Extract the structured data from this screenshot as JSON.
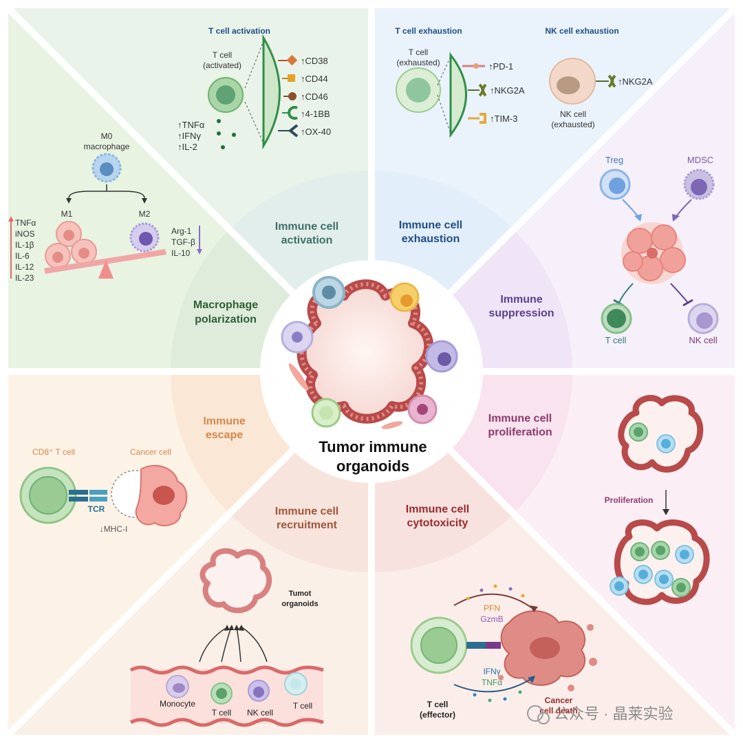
{
  "center": {
    "line1": "Tumor immune",
    "line2": "organoids"
  },
  "sectors": {
    "activation": {
      "line1": "Immune cell",
      "line2": "activation",
      "color": "#3e6f6a"
    },
    "exhaustion": {
      "line1": "Immune cell",
      "line2": "exhaustion",
      "color": "#1f4e86"
    },
    "suppression": {
      "line1": "Immune",
      "line2": "suppression",
      "color": "#5b3f8f"
    },
    "proliferation": {
      "line1": "Immune cell",
      "line2": "proliferation",
      "color": "#8e3a6e"
    },
    "cytotoxicity": {
      "line1": "Immune cell",
      "line2": "cytotoxicity",
      "color": "#9a2a2a"
    },
    "recruitment": {
      "line1": "Immune cell",
      "line2": "recruitment",
      "color": "#a1553a"
    },
    "escape": {
      "line1": "Immune",
      "line2": "escape",
      "color": "#d7874a"
    },
    "polarization": {
      "line1": "Macrophage",
      "line2": "polarization",
      "color": "#2f5d35"
    }
  },
  "activation_panel": {
    "title": "T cell activation",
    "cell_label1": "T cell",
    "cell_label2": "(activated)",
    "markers": [
      "↑CD38",
      "↑CD44",
      "↑CD46",
      "↑4-1BB",
      "↑OX-40"
    ],
    "cytokines": [
      "↑TNFα",
      "↑IFNγ",
      "↑IL-2"
    ]
  },
  "exhaustion_panel": {
    "title": "T cell exhaustion",
    "cell_label1": "T cell",
    "cell_label2": "(exhausted)",
    "markers": [
      "↑PD-1",
      "↑NKG2A",
      "↑TIM-3"
    ],
    "nk_title": "NK cell exhaustion",
    "nk_marker": "↑NKG2A",
    "nk_label1": "NK cell",
    "nk_label2": "(exhausted)"
  },
  "suppression_panel": {
    "treg": "Treg",
    "mdsc": "MDSC",
    "tcell": "T cell",
    "nkcell": "NK cell"
  },
  "proliferation_panel": {
    "label": "Proliferation"
  },
  "cytotoxicity_panel": {
    "pfn": "PFN",
    "gzmb": "GzmB",
    "ifng": "IFNγ",
    "tnfa": "TNFα",
    "death1": "Cancer",
    "death2": "cell death",
    "tcell1": "T cell",
    "tcell2": "(effector)"
  },
  "recruitment_panel": {
    "organoid1": "Tumot",
    "organoid2": "organoids",
    "cells": [
      "Monocyte",
      "T cell",
      "NK cell",
      "T cell"
    ]
  },
  "escape_panel": {
    "cd8": "CD8⁺ T cell",
    "cancer": "Cancer cell",
    "tcr": "TCR",
    "mhc": "↓MHC-I"
  },
  "polarization_panel": {
    "m0_1": "M0",
    "m0_2": "macrophage",
    "m1": "M1",
    "m2": "M2",
    "m1_cytokines": [
      "TNFα",
      "iNOS",
      "IL-1β",
      "IL-6",
      "IL-12",
      "IL-23"
    ],
    "m2_cytokines": [
      "Arg-1",
      "TGF-β",
      "IL-10"
    ]
  },
  "watermark": "公众号 · 晶莱实验"
}
